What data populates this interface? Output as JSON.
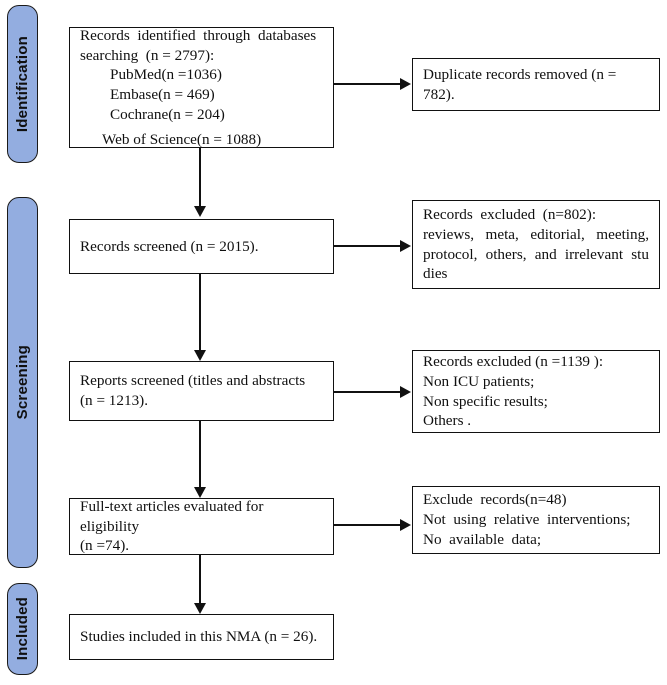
{
  "diagram": {
    "title": "PRISMA flow diagram",
    "accent_color": "#93ade0",
    "line_color": "#111111",
    "background_color": "#ffffff"
  },
  "stages": [
    {
      "id": "identification",
      "label": "Identification"
    },
    {
      "id": "screening",
      "label": "Screening"
    },
    {
      "id": "included",
      "label": "Included"
    }
  ],
  "boxes": {
    "identified": {
      "line1": "Records  identified  through  databases",
      "line2": "searching  (n = 2797):",
      "line3": "PubMed(n =1036)",
      "line4": "Embase(n = 469)",
      "line5": "Cochrane(n = 204)",
      "line6": "Web of Science(n = 1088)"
    },
    "duplicates_removed": {
      "line1": "Duplicate records removed (n = 782)."
    },
    "records_screened": {
      "line1": "Records screened (n = 2015)."
    },
    "records_excluded_1": {
      "line1": "Records  excluded  (n=802):",
      "line2": "reviews,  meta,  editorial,  meeting,  protocol,  others,  and  irrelevant  stu dies"
    },
    "reports_screened": {
      "line1": "Reports screened (titles and abstracts",
      "line2": "(n = 1213)."
    },
    "records_excluded_2": {
      "line1": "Records excluded (n =1139 ):",
      "line2": "Non ICU patients;",
      "line3": "Non specific results;",
      "line4": "Others ."
    },
    "fulltext_assessed": {
      "line1": "Full-text articles evaluated for eligibility",
      "line2": "(n =74)."
    },
    "records_excluded_3": {
      "line1": "Exclude  records(n=48)",
      "line2": "Not  using  relative  interventions;",
      "line3": "No  available  data;"
    },
    "studies_included": {
      "line1": "Studies included in this NMA (n = 26)."
    }
  }
}
